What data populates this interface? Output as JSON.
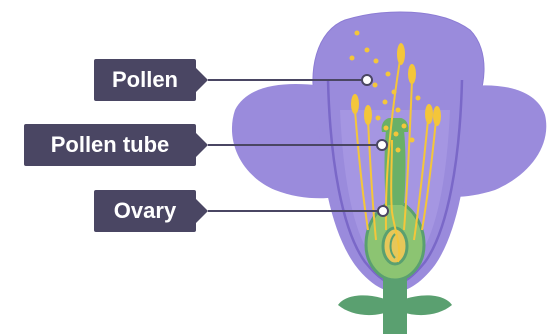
{
  "labels": {
    "pollen": "Pollen",
    "pollen_tube": "Pollen tube",
    "ovary": "Ovary"
  },
  "colors": {
    "petal": "#9a8bdc",
    "petal_edge": "#7a68c8",
    "label_bg": "#4a4663",
    "stem": "#5aa070",
    "ovary_light": "#a8d28a",
    "style_green": "#6ab067",
    "pollen_yellow": "#f4c63a"
  }
}
